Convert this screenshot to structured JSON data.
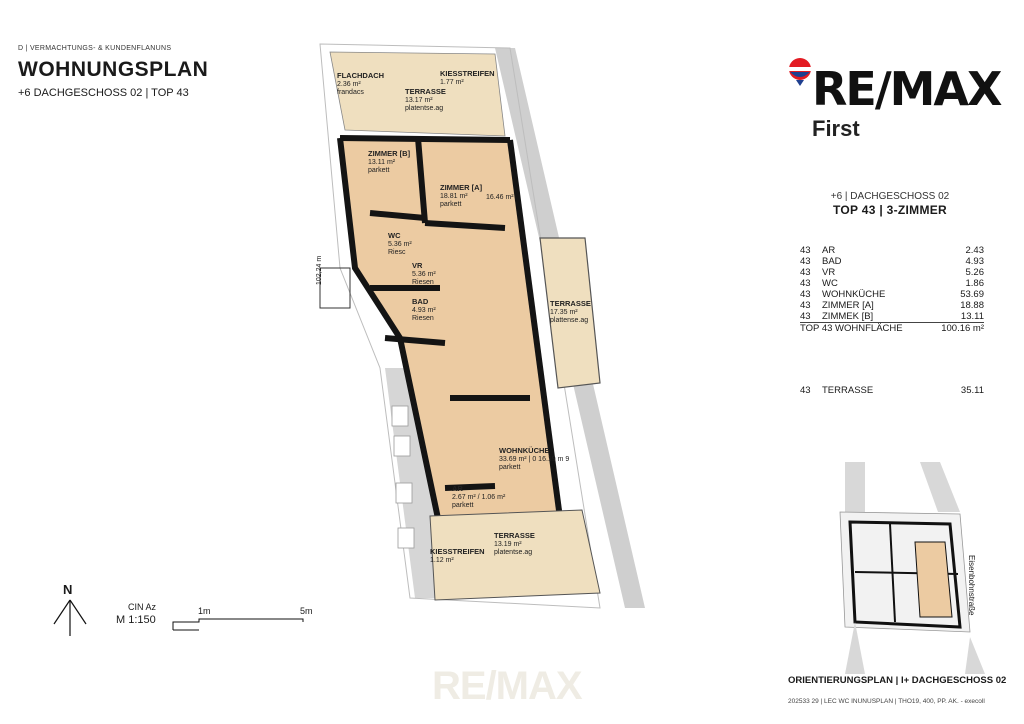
{
  "header": {
    "small": "D | VERMACHTUNGS- & KUNDENFLANUNS",
    "title": "WOHNUNGSPLAN",
    "subtitle": "+6 DACHGESCHOSS 02 | TOP 43"
  },
  "logo": {
    "word": "RE/MAX",
    "sub": "First",
    "balloon_colors": [
      "#e31b23",
      "#ffffff",
      "#1f3f8f"
    ]
  },
  "unit_info": {
    "level": "+6 | DACHGESCHOSS 02",
    "top": "TOP 43 | 3-ZIMMER"
  },
  "areas": [
    {
      "nr": "43",
      "name": "AR",
      "value": "2.43"
    },
    {
      "nr": "43",
      "name": "BAD",
      "value": "4.93"
    },
    {
      "nr": "43",
      "name": "VR",
      "value": "5.26"
    },
    {
      "nr": "43",
      "name": "WC",
      "value": "1.86"
    },
    {
      "nr": "43",
      "name": "WOHNKÜCHE",
      "value": "53.69"
    },
    {
      "nr": "43",
      "name": "ZIMMER [A]",
      "value": "18.88"
    },
    {
      "nr": "43",
      "name": "ZIMMEK [B]",
      "value": "13.11"
    }
  ],
  "total": {
    "label": "TOP 43  WOHNFLÄCHE",
    "value": "100.16 m²"
  },
  "terrace": {
    "nr": "43",
    "name": "TERRASSE",
    "value": "35.11"
  },
  "rooms": {
    "flachdach": {
      "name": "FLACHDACH",
      "area": "2.36 m²",
      "mat": "frandacs"
    },
    "kies_top": {
      "name": "KIESSTREIFEN",
      "area": "1.77 m²"
    },
    "terrasse_top": {
      "name": "TERRASSE",
      "area": "13.17 m²",
      "mat": "platentse.ag"
    },
    "zimmer_b": {
      "name": "ZIMMER [B]",
      "area": "13.11 m²",
      "mat": "parkett"
    },
    "zimmer_a": {
      "name": "ZIMMER [A]",
      "area": "18.81 m²",
      "mat": "parkett"
    },
    "zimmer_a2": {
      "area": "16.46 m²"
    },
    "wc": {
      "name": "WC",
      "area": "5.36 m²",
      "mat": "Riesc"
    },
    "vr": {
      "name": "VR",
      "area": "5.36 m²",
      "mat": "Riesen"
    },
    "bad": {
      "name": "BAD",
      "area": "4.93 m²",
      "mat": "Riesen"
    },
    "terrasse_mid": {
      "name": "TERRASSE",
      "area": "17.35 m²",
      "mat": "plattense.ag"
    },
    "wohnkueche": {
      "name": "WOHNKÜCHE",
      "area": "33.69 m² | 0 16.19 m 9",
      "mat": "parkett"
    },
    "ar": {
      "name": "AR",
      "area": "2.67 m² / 1.06 m²",
      "mat": "parkett"
    },
    "terrasse_bot": {
      "name": "TERRASSE",
      "area": "13.19 m²",
      "mat": "platentse.ag"
    },
    "kies_bot": {
      "name": "KIESSTREIFEN",
      "area": "1.12 m²"
    },
    "side_dim": "102,24 m"
  },
  "north": {
    "label": "N"
  },
  "scale": {
    "cin": "CIN Az",
    "ratio": "M 1:150",
    "t1": "1m",
    "t5": "5m"
  },
  "orientation": {
    "title": "ORIENTIERUNGSPLAN | I+ DACHGESCHOSS 02",
    "street": "Eisenbohnstraße"
  },
  "footer": "202533 29 | LEC WC INUNUSPLAN | THO19, 400, PP. AK. - execoll",
  "watermark": "RE/MAX",
  "colors": {
    "floor": "#eccba2",
    "terrace": "#efdfbf",
    "wall": "#141414",
    "street": "#cfcfcf"
  }
}
